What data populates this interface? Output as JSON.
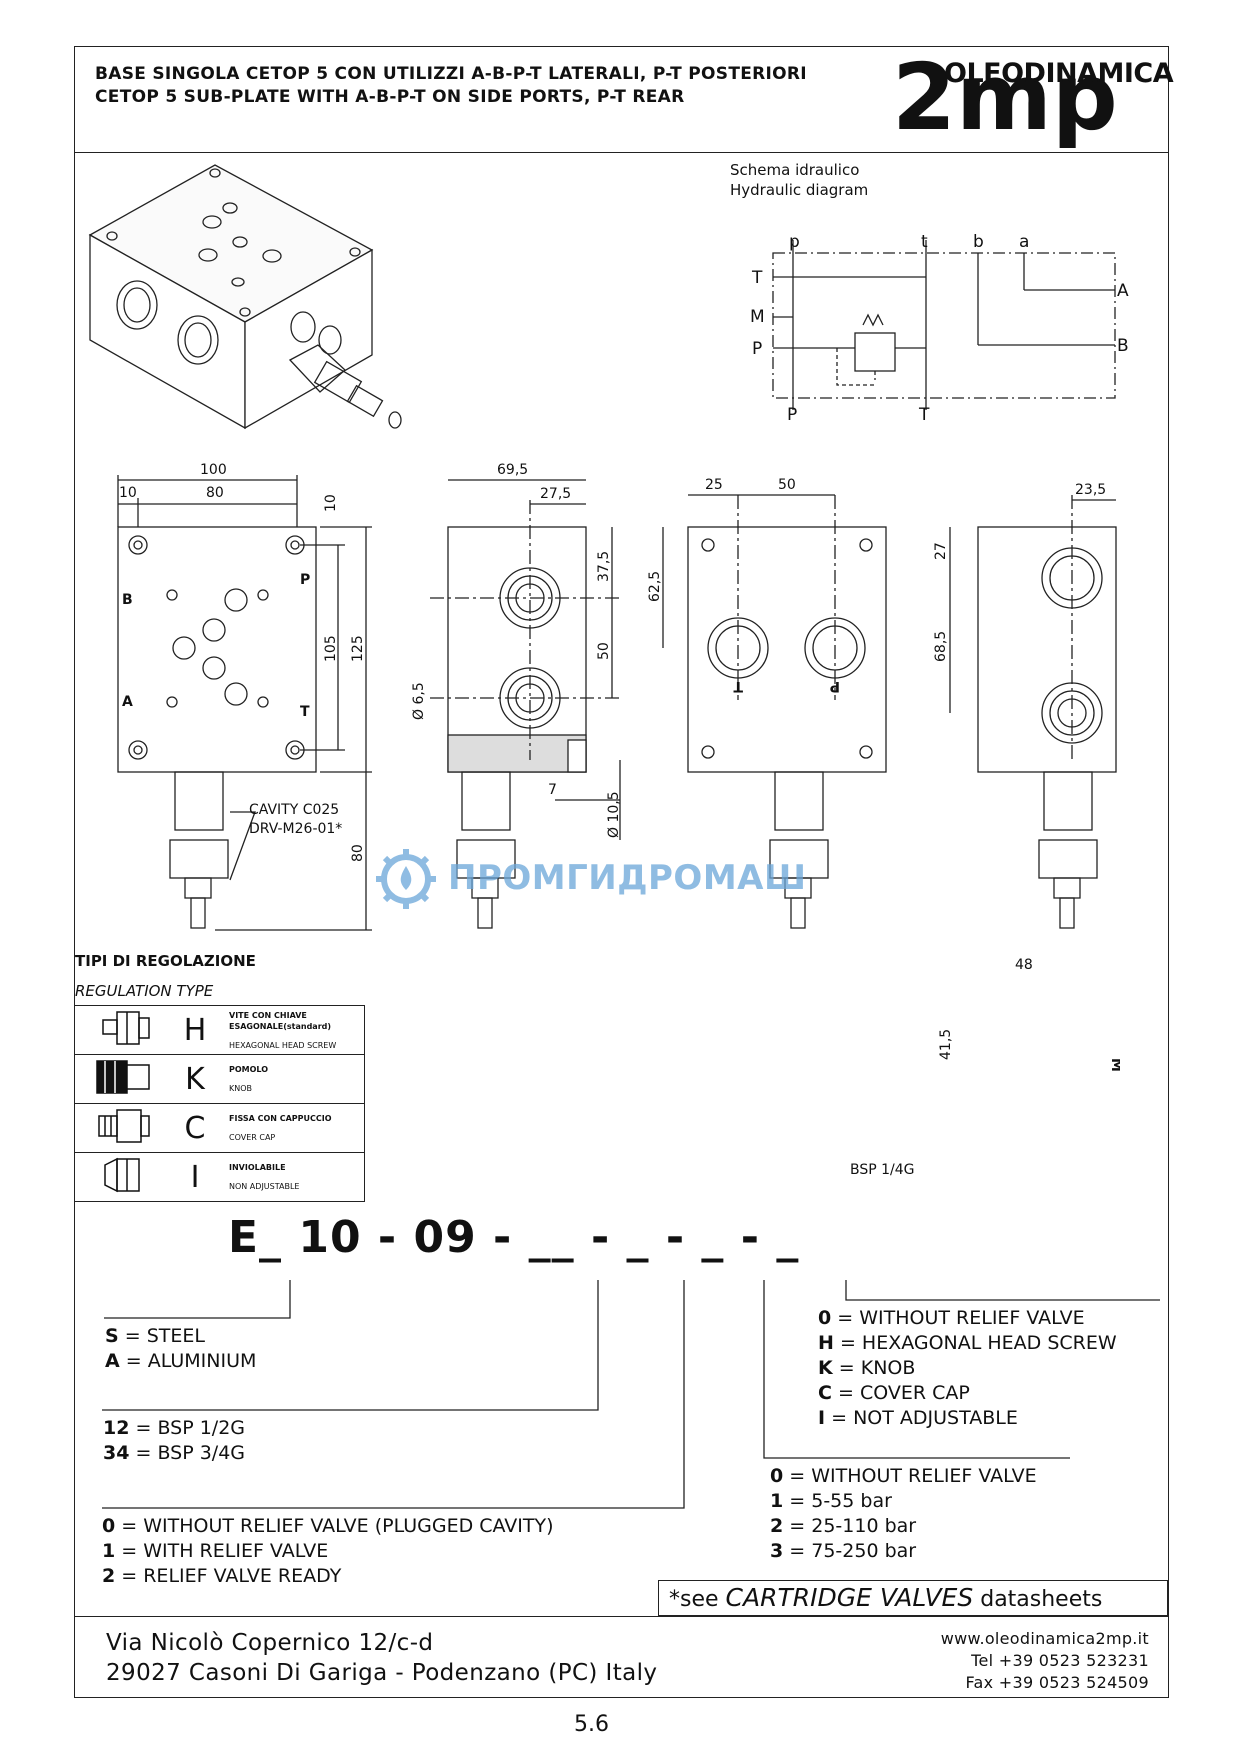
{
  "header": {
    "title_it": "BASE SINGOLA CETOP 5 CON UTILIZZI A-B-P-T LATERALI, P-T POSTERIORI",
    "title_en": "CETOP 5 SUB-PLATE WITH A-B-P-T ON SIDE PORTS, P-T REAR",
    "logo_word": "OLEODINAMICA",
    "logo_big": "2mp"
  },
  "diagram": {
    "label_it": "Schema idraulico",
    "label_en": "Hydraulic diagram",
    "ports_top": [
      "p",
      "t",
      "b",
      "a"
    ],
    "ports_left": [
      "T",
      "M",
      "P"
    ],
    "ports_right": [
      "A",
      "B"
    ],
    "ports_bottom": [
      "P",
      "T"
    ]
  },
  "dimensions": {
    "front": [
      "100",
      "10",
      "80",
      "10",
      "105",
      "125",
      "80"
    ],
    "side1": [
      "69,5",
      "27,5",
      "37,5",
      "50",
      "Ø 6,5",
      "7",
      "Ø 10,5"
    ],
    "side2": [
      "25",
      "50",
      "62,5"
    ],
    "side3": [
      "23,5",
      "27",
      "68,5"
    ],
    "rear": [
      "48",
      "41,5"
    ],
    "port_labels_front": [
      "B",
      "P",
      "A",
      "T"
    ],
    "port_labels_side2": [
      "T",
      "P"
    ],
    "rear_port_label": "M",
    "cavity_line1": "CAVITY C025",
    "cavity_line2": "DRV-M26-01*",
    "bsp_label": "BSP 1/4G"
  },
  "watermark": "ПРОМГИДРОМАШ",
  "regulation": {
    "title_it": "TIPI DI REGOLAZIONE",
    "title_en": "REGULATION TYPE",
    "rows": [
      {
        "letter": "H",
        "desc_it": "VITE CON CHIAVE ESAGONALE(standard)",
        "desc_en": "HEXAGONAL HEAD SCREW"
      },
      {
        "letter": "K",
        "desc_it": "POMOLO",
        "desc_en": "KNOB"
      },
      {
        "letter": "C",
        "desc_it": "FISSA CON CAPPUCCIO",
        "desc_en": "COVER CAP"
      },
      {
        "letter": "I",
        "desc_it": "INVIOLABILE",
        "desc_en": "NON ADJUSTABLE"
      }
    ]
  },
  "order_code": {
    "code": "E_ 10 - 09 - __ - _ - _ - _",
    "material": [
      {
        "key": "S",
        "eq": " = ",
        "label": "STEEL"
      },
      {
        "key": "A",
        "eq": " = ",
        "label": "ALUMINIUM"
      }
    ],
    "thread": [
      {
        "key": "12",
        "eq": " = ",
        "label": "BSP 1/2G"
      },
      {
        "key": "34",
        "eq": " = ",
        "label": "BSP 3/4G"
      }
    ],
    "relief": [
      {
        "key": "0",
        "eq": " = ",
        "label": "WITHOUT RELIEF VALVE (PLUGGED CAVITY)"
      },
      {
        "key": "1",
        "eq": " = ",
        "label": "WITH RELIEF VALVE"
      },
      {
        "key": "2",
        "eq": " = ",
        "label": "RELIEF VALVE READY"
      }
    ],
    "pressure": [
      {
        "key": "0",
        "eq": " = ",
        "label": "WITHOUT RELIEF VALVE"
      },
      {
        "key": "1",
        "eq": " = ",
        "label": "5-55 bar"
      },
      {
        "key": "2",
        "eq": " = ",
        "label": "25-110 bar"
      },
      {
        "key": "3",
        "eq": " = ",
        "label": "75-250 bar"
      }
    ],
    "regulation": [
      {
        "key": "0",
        "eq": " = ",
        "label": "WITHOUT RELIEF VALVE"
      },
      {
        "key": "H",
        "eq": " = ",
        "label": "HEXAGONAL HEAD SCREW"
      },
      {
        "key": "K",
        "eq": " = ",
        "label": "KNOB"
      },
      {
        "key": "C",
        "eq": " = ",
        "label": "COVER CAP"
      },
      {
        "key": "I",
        "eq": " = ",
        "label": "NOT ADJUSTABLE"
      }
    ],
    "note_prefix": "*see ",
    "note_italic": "CARTRIDGE VALVES",
    "note_suffix": " datasheets"
  },
  "footer": {
    "address_line1": "Via Nicolò Copernico 12/c-d",
    "address_line2": "29027 Casoni Di Gariga - Podenzano (PC) Italy",
    "website": "www.oleodinamica2mp.it",
    "tel": "Tel +39 0523 523231",
    "fax": "Fax +39 0523 524509"
  },
  "page_number": "5.6"
}
